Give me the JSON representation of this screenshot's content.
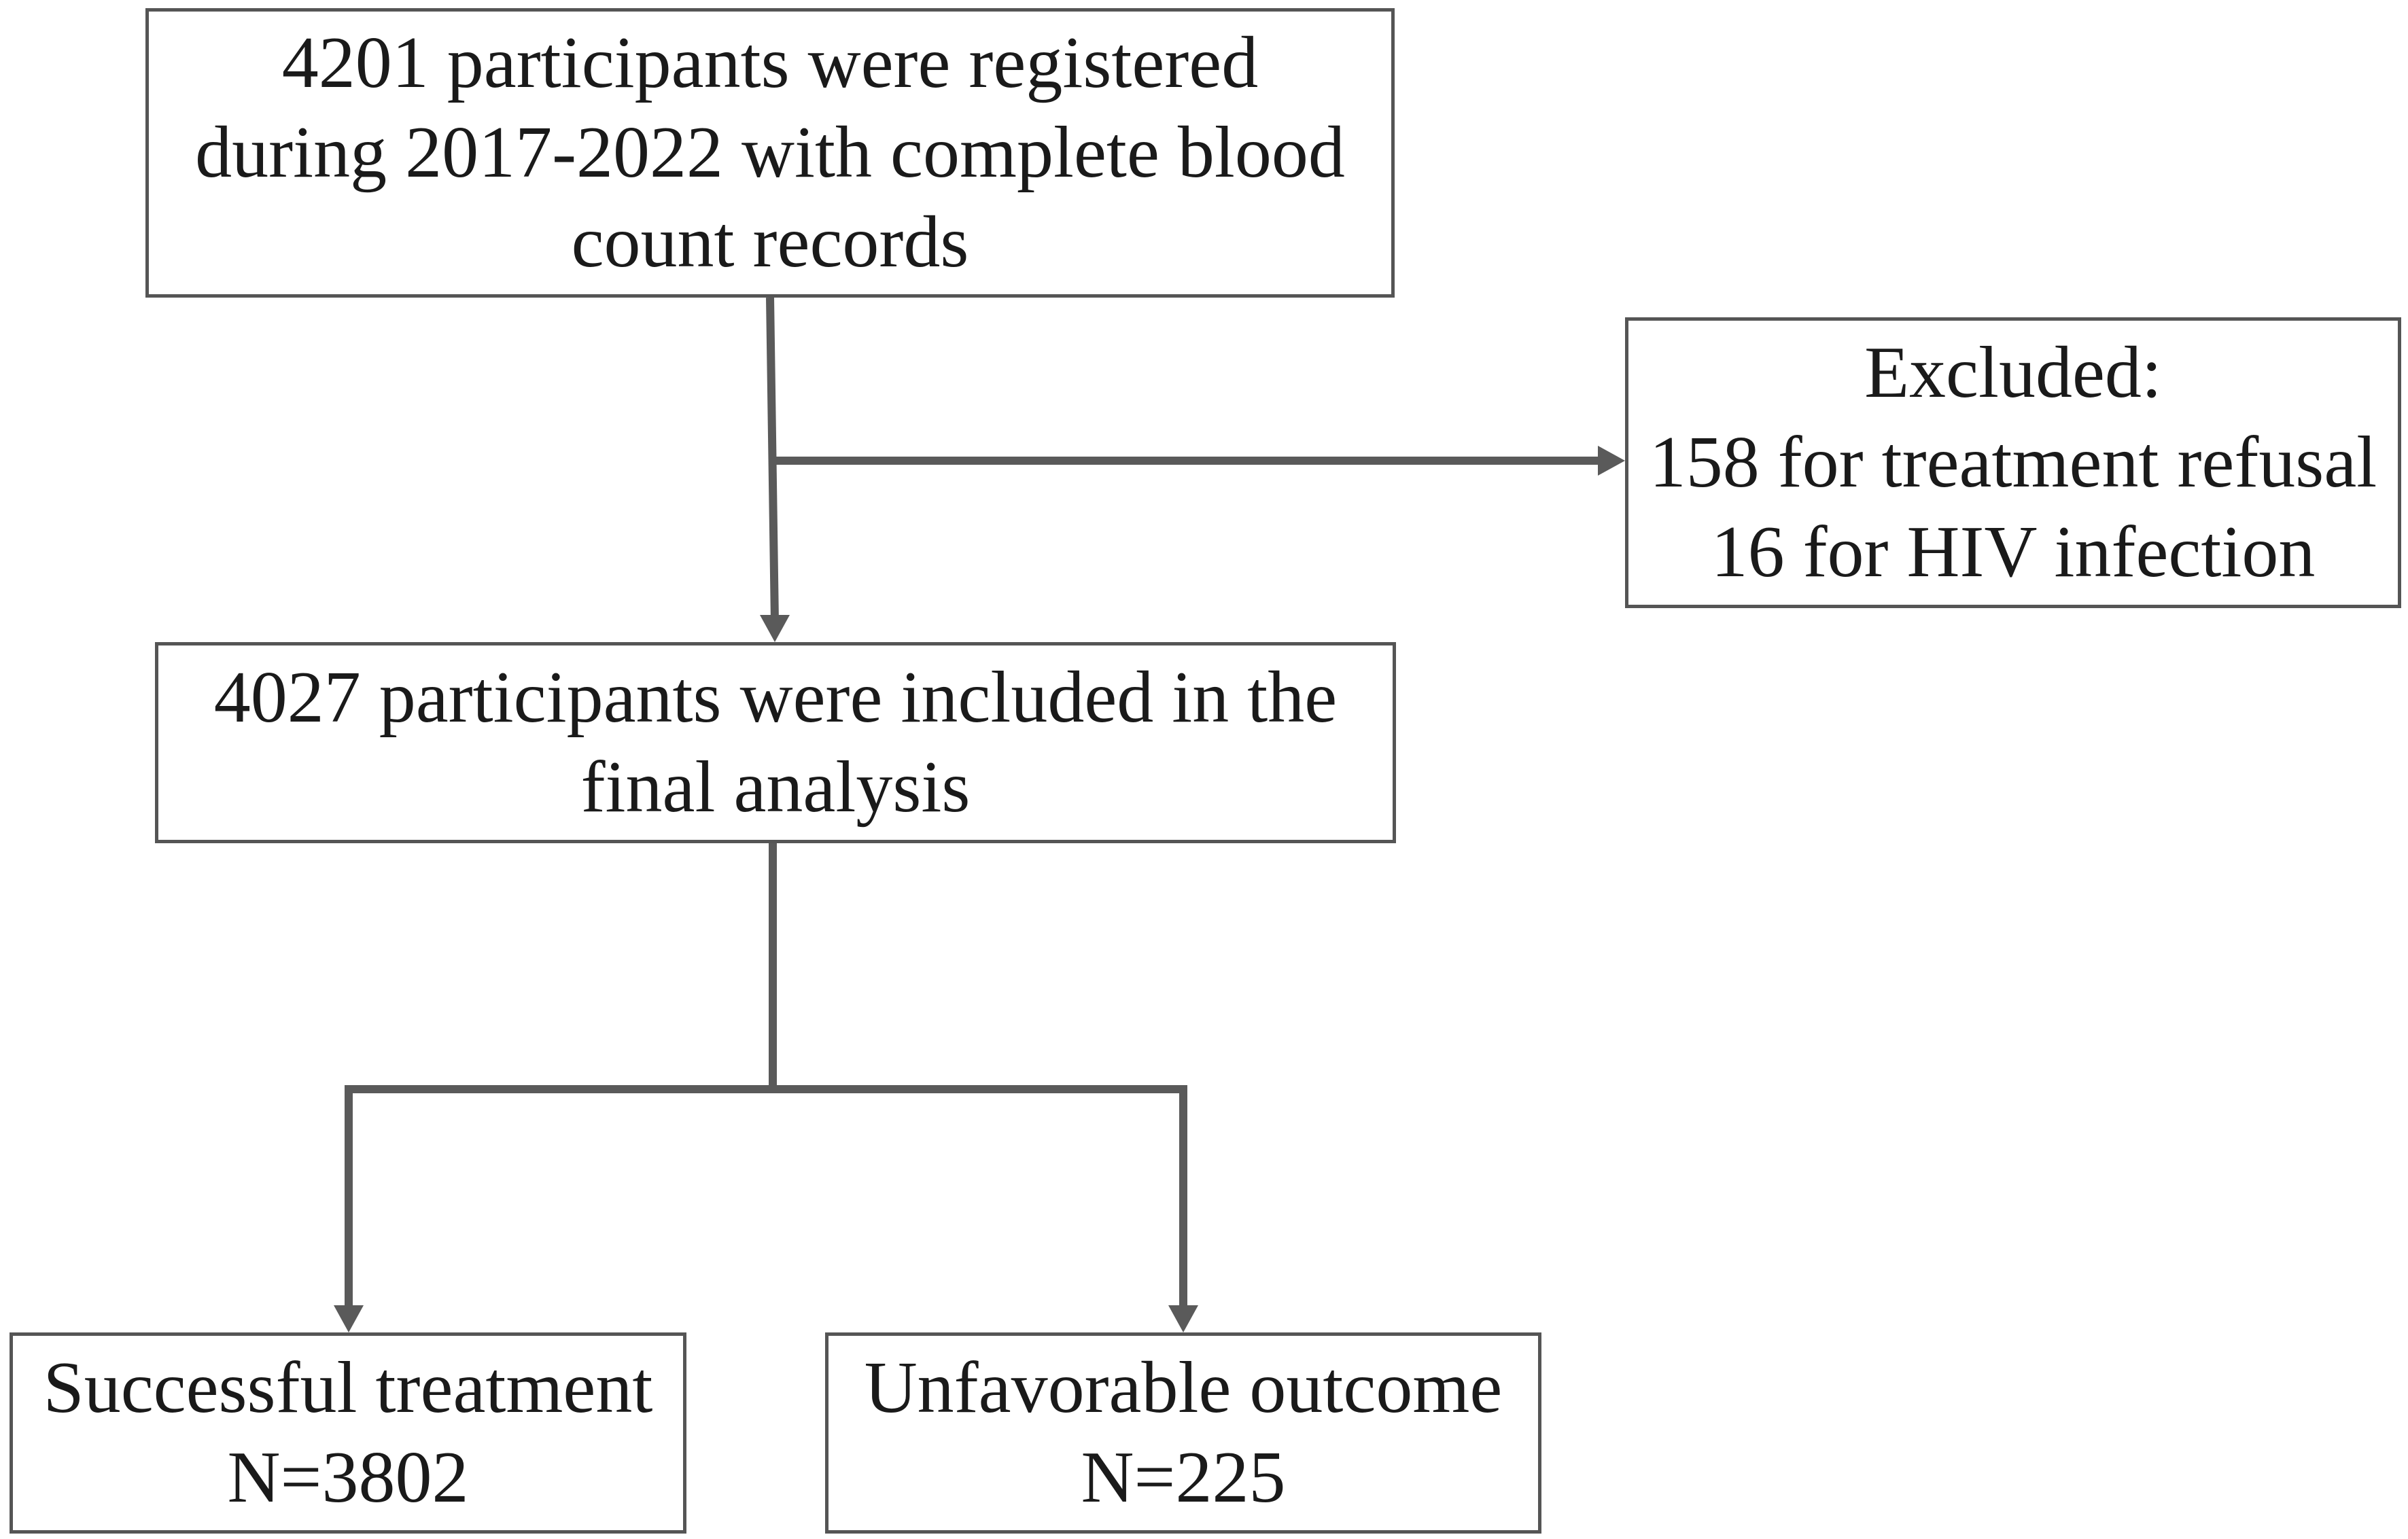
{
  "flowchart": {
    "registered": {
      "line1": "4201 participants were registered",
      "line2": "during 2017-2022 with complete blood",
      "line3": "count records"
    },
    "excluded": {
      "line1": "Excluded:",
      "line2": "158 for treatment refusal",
      "line3": "16 for HIV infection"
    },
    "included": {
      "line1": "4027 participants were included in the",
      "line2": "final analysis"
    },
    "successful": {
      "line1": "Successful treatment",
      "line2": "N=3802"
    },
    "unfavorable": {
      "line1": "Unfavorable outcome",
      "line2": "N=225"
    }
  },
  "colors": {
    "line": "#5a5a5a",
    "box_border": "#555555",
    "text": "#1a1a1a",
    "background": "#ffffff"
  }
}
